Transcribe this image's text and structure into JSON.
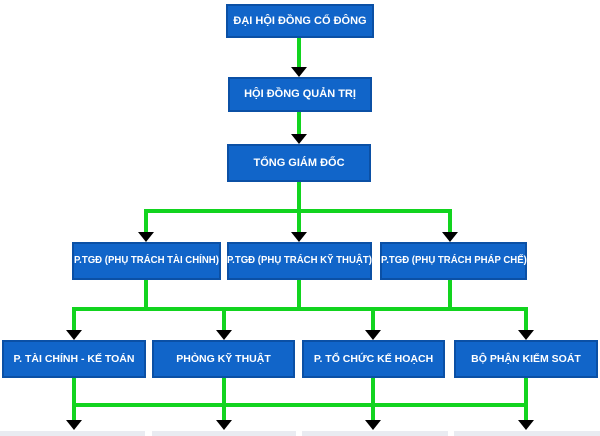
{
  "diagram": {
    "type": "org-chart",
    "language": "vi",
    "colors": {
      "node_fill": "#1165C9",
      "node_border": "#0B50A5",
      "node_text": "#FFFFFF",
      "connector_line": "#12D41F",
      "arrowhead": "#000000",
      "background": "#FFFFFF",
      "cutoff_row_fill": "#E9EBF1"
    },
    "levels": [
      {
        "nodes": [
          {
            "label": "ĐẠI HỘI ĐỒNG CỔ ĐÔNG"
          }
        ]
      },
      {
        "nodes": [
          {
            "label": "HỘI ĐỒNG QUẢN TRỊ"
          }
        ]
      },
      {
        "nodes": [
          {
            "label": "TỔNG GIÁM ĐỐC"
          }
        ]
      },
      {
        "nodes": [
          {
            "label": "P.TGĐ (PHỤ TRÁCH TÀI CHÍNH)"
          },
          {
            "label": "P.TGĐ (PHỤ TRÁCH KỸ THUẬT)"
          },
          {
            "label": "P.TGĐ (PHỤ TRÁCH PHÁP CHẾ)"
          }
        ]
      },
      {
        "nodes": [
          {
            "label": "P. TÀI CHÍNH - KẾ TOÁN"
          },
          {
            "label": "PHÒNG KỸ THUẬT"
          },
          {
            "label": "P. TỔ CHỨC KẾ HOẠCH"
          },
          {
            "label": "BỘ PHẬN KIỂM SOÁT"
          }
        ]
      }
    ],
    "edges": [
      {
        "from": "ĐẠI HỘI ĐỒNG CỔ ĐÔNG",
        "to": "HỘI ĐỒNG QUẢN TRỊ"
      },
      {
        "from": "HỘI ĐỒNG QUẢN TRỊ",
        "to": "TỔNG GIÁM ĐỐC"
      },
      {
        "from": "TỔNG GIÁM ĐỐC",
        "to": "P.TGĐ (PHỤ TRÁCH TÀI CHÍNH)"
      },
      {
        "from": "TỔNG GIÁM ĐỐC",
        "to": "P.TGĐ (PHỤ TRÁCH KỸ THUẬT)"
      },
      {
        "from": "TỔNG GIÁM ĐỐC",
        "to": "P.TGĐ (PHỤ TRÁCH PHÁP CHẾ)"
      },
      {
        "from": "P.TGĐ (all)",
        "to": "P. TÀI CHÍNH - KẾ TOÁN"
      },
      {
        "from": "P.TGĐ (all)",
        "to": "PHÒNG KỸ THUẬT"
      },
      {
        "from": "P.TGĐ (all)",
        "to": "P. TỔ CHỨC KẾ HOẠCH"
      },
      {
        "from": "P.TGĐ (all)",
        "to": "BỘ PHẬN KIỂM SOÁT"
      },
      {
        "from": "level-5 (all)",
        "to": "next level (cut off at bottom edge)"
      }
    ]
  }
}
